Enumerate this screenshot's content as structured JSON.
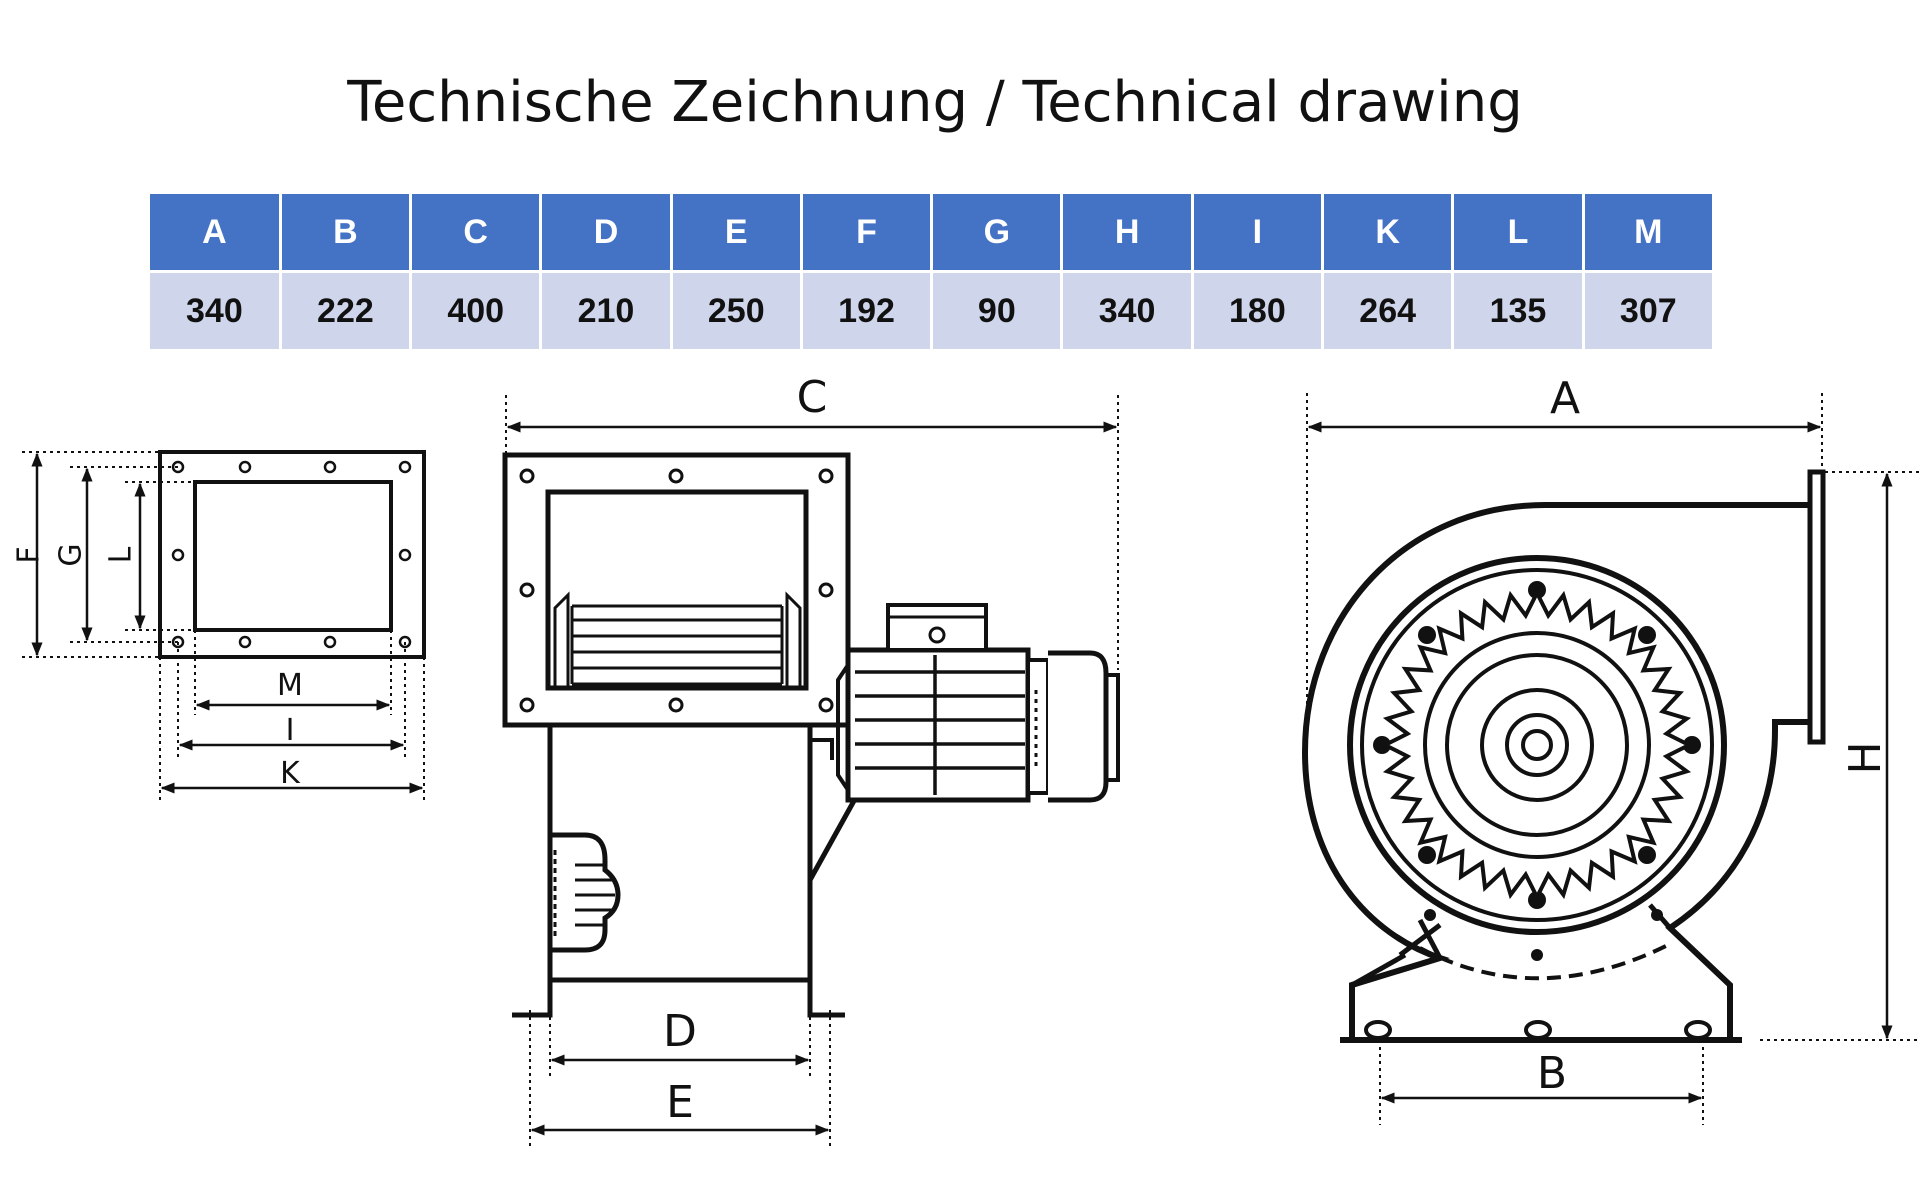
{
  "title": "Technische Zeichnung / Technical drawing",
  "table": {
    "headers": [
      "A",
      "B",
      "C",
      "D",
      "E",
      "F",
      "G",
      "H",
      "I",
      "K",
      "L",
      "M"
    ],
    "values": [
      "340",
      "222",
      "400",
      "210",
      "250",
      "192",
      "90",
      "340",
      "180",
      "264",
      "135",
      "307"
    ]
  },
  "drawing_labels": {
    "A": "A",
    "B": "B",
    "C": "C",
    "D": "D",
    "E": "E",
    "F": "F",
    "G": "G",
    "H": "H",
    "I": "I",
    "K": "K",
    "L": "L",
    "M": "M"
  },
  "colors": {
    "header_bg": "#4472c4",
    "row_bg": "#cfd5ea",
    "line": "#111111"
  },
  "icons": {
    "arrowhead": "arrowhead-icon"
  }
}
